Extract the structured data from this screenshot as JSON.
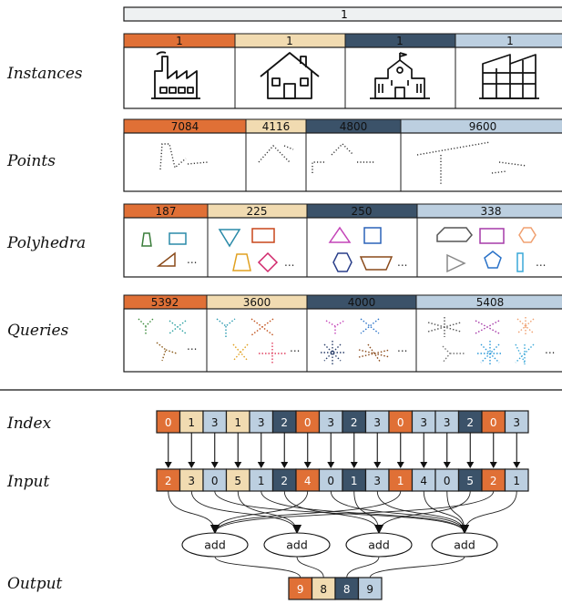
{
  "colors": {
    "orange": "#e07036",
    "tan": "#f1dbb1",
    "navy": "#3b5269",
    "lightblue": "#bccfe0",
    "neutral": "#eef1f2",
    "stroke": "#1c1c1c"
  },
  "top_bar": {
    "label": "1"
  },
  "rows": {
    "instances": {
      "label": "Instances",
      "headers": [
        "1",
        "1",
        "1",
        "1"
      ],
      "icons": [
        "factory-icon",
        "house-icon",
        "school-icon",
        "greenhouse-icon"
      ]
    },
    "points": {
      "label": "Points",
      "headers": [
        "7084",
        "4116",
        "4800",
        "9600"
      ]
    },
    "polyhedra": {
      "label": "Polyhedra",
      "headers": [
        "187",
        "225",
        "250",
        "338"
      ],
      "ellipsis": "..."
    },
    "queries": {
      "label": "Queries",
      "headers": [
        "5392",
        "3600",
        "4000",
        "5408"
      ],
      "ellipsis": "..."
    }
  },
  "bottom": {
    "index_label": "Index",
    "input_label": "Input",
    "output_label": "Output",
    "index_values": [
      "0",
      "1",
      "3",
      "1",
      "3",
      "2",
      "0",
      "3",
      "2",
      "3",
      "0",
      "3",
      "3",
      "2",
      "0",
      "3"
    ],
    "index_colors": [
      "orange",
      "tan",
      "lightblue",
      "tan",
      "lightblue",
      "navy",
      "orange",
      "lightblue",
      "navy",
      "lightblue",
      "orange",
      "lightblue",
      "lightblue",
      "navy",
      "orange",
      "lightblue"
    ],
    "input_values": [
      "2",
      "3",
      "0",
      "5",
      "1",
      "2",
      "4",
      "0",
      "1",
      "3",
      "1",
      "4",
      "0",
      "5",
      "2",
      "1"
    ],
    "input_colors": [
      "orange",
      "tan",
      "lightblue",
      "tan",
      "lightblue",
      "navy",
      "orange",
      "lightblue",
      "navy",
      "lightblue",
      "orange",
      "lightblue",
      "lightblue",
      "navy",
      "orange",
      "lightblue"
    ],
    "op_labels": [
      "add",
      "add",
      "add",
      "add"
    ],
    "output_values": [
      "9",
      "8",
      "8",
      "9"
    ],
    "output_colors": [
      "orange",
      "tan",
      "navy",
      "lightblue"
    ]
  }
}
